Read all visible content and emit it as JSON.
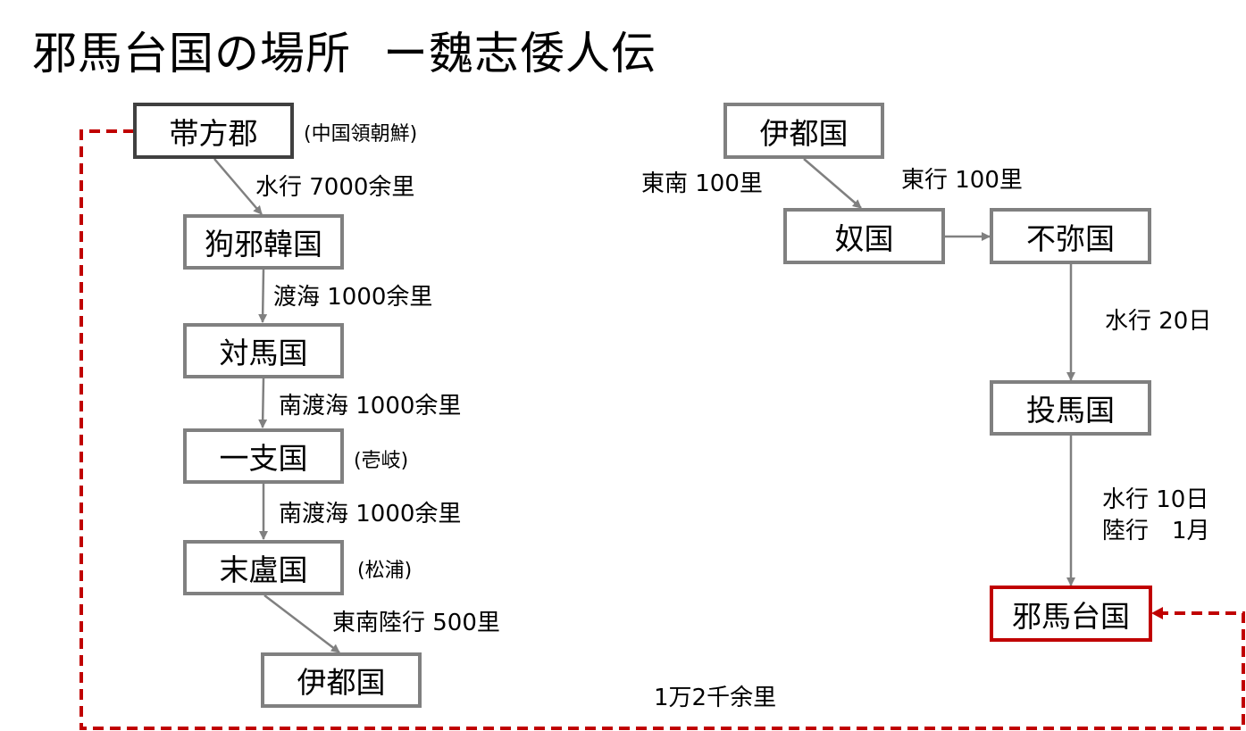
{
  "title": {
    "main": "邪馬台国の場所",
    "sub": "ー魏志倭人伝"
  },
  "nodes": {
    "taifang": "帯方郡",
    "gouxie": "狗邪韓国",
    "tsushima": "対馬国",
    "iki": "一支国",
    "matsuro": "末盧国",
    "ito_left": "伊都国",
    "ito_right": "伊都国",
    "na": "奴国",
    "fumi": "不弥国",
    "tsuma": "投馬国",
    "yamatai": "邪馬台国"
  },
  "notes": {
    "taifang": "(中国領朝鮮)",
    "iki": "(壱岐)",
    "matsuro": "(松浦)"
  },
  "edges": {
    "e1": "水行 7000余里",
    "e2": "渡海 1000余里",
    "e3": "南渡海 1000余里",
    "e4": "南渡海 1000余里",
    "e5": "東南陸行 500里",
    "e6": "東南 100里",
    "e7": "東行 100里",
    "e8": "水行 20日",
    "e9_line1": "水行 10日",
    "e9_line2": "陸行　1月",
    "total": "1万2千余里"
  },
  "colors": {
    "box_border": "#808080",
    "start_border": "#404040",
    "highlight": "#c00000",
    "arrow": "#808080"
  }
}
